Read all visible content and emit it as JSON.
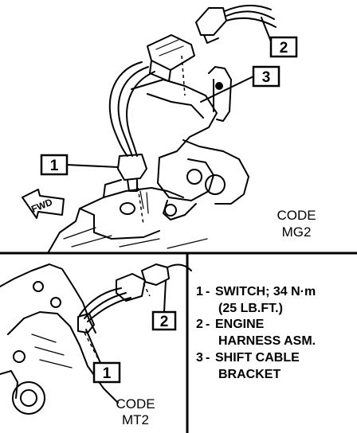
{
  "callouts": {
    "switch": "1",
    "harness": "2",
    "bracket": "3"
  },
  "direction_label": "FWD",
  "codes": {
    "top": [
      "CODE",
      "MG2"
    ],
    "bottom": [
      "CODE",
      "MT2"
    ]
  },
  "legend": [
    {
      "number": "1",
      "lines": [
        "SWITCH; 34 N·m",
        "(25 LB.FT.)"
      ]
    },
    {
      "number": "2",
      "lines": [
        "ENGINE",
        "HARNESS ASM."
      ]
    },
    {
      "number": "3",
      "lines": [
        "SHIFT CABLE",
        "BRACKET"
      ]
    }
  ]
}
